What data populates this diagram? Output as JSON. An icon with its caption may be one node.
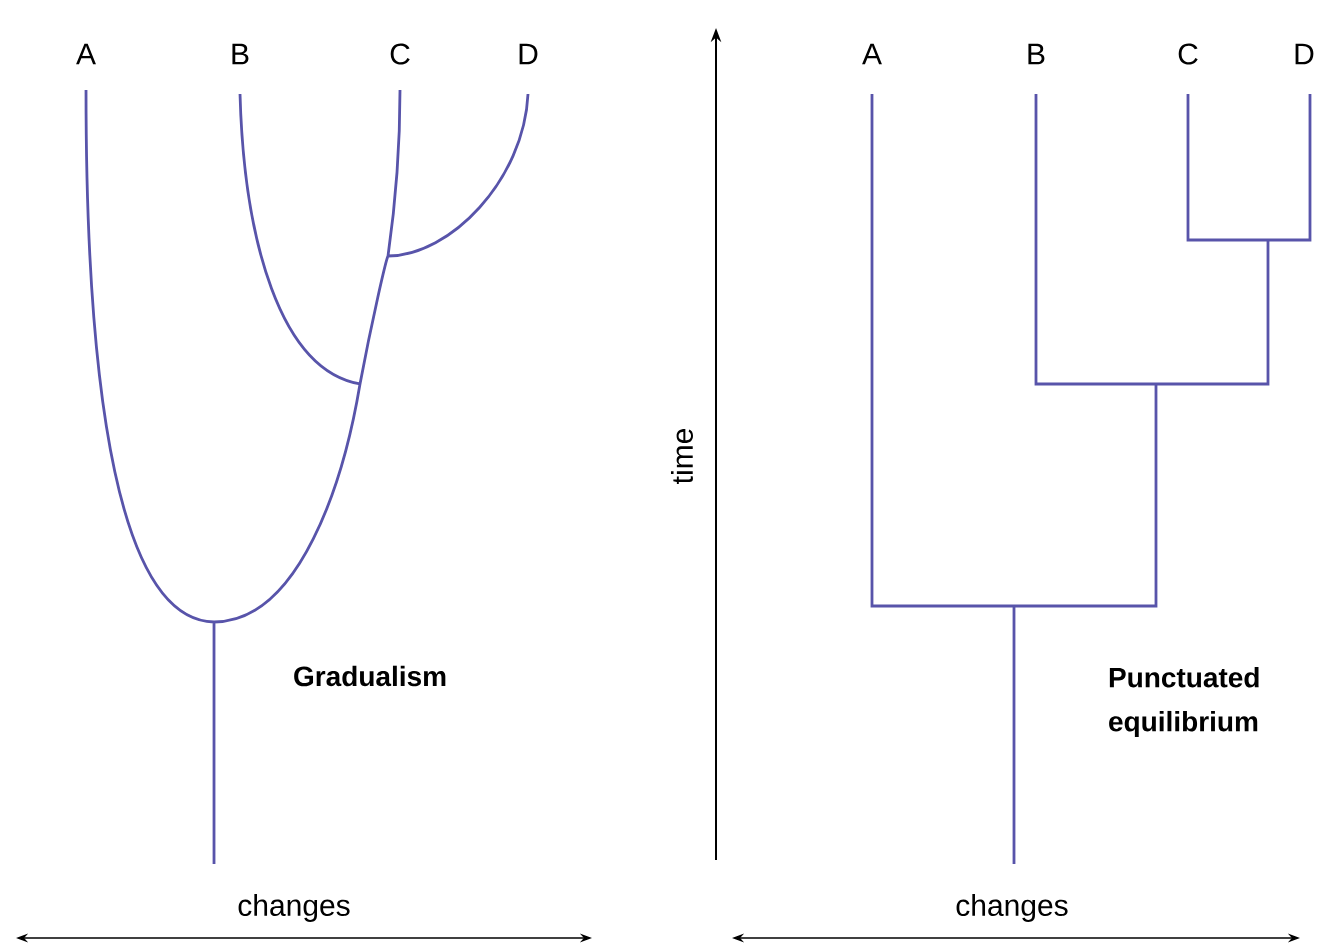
{
  "diagram": {
    "labels": [
      "A",
      "B",
      "C",
      "D",
      "A",
      "B",
      "C",
      "D",
      "time",
      "Gradualism",
      "Punctuated equilibrium",
      "changes",
      "changes"
    ]
  }
}
